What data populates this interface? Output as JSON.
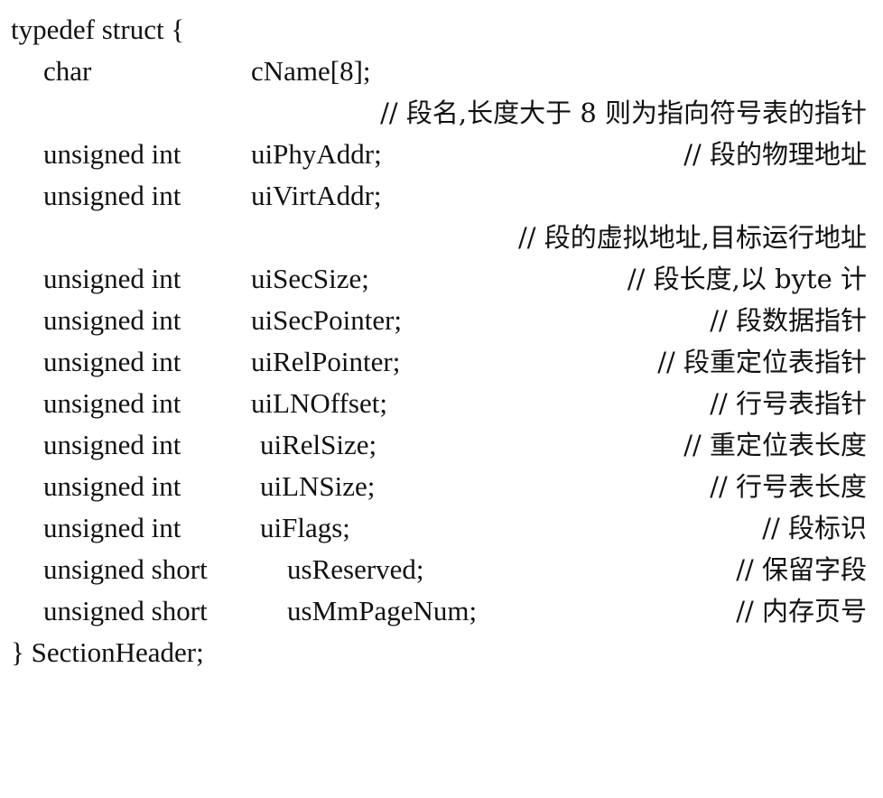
{
  "code": {
    "typedef_open": "typedef struct {",
    "fields": [
      {
        "type": "char",
        "name": "cName[8];",
        "comment": ""
      },
      {
        "type": "",
        "name": "",
        "comment": "// 段名,长度大于 8 则为指向符号表的指针"
      },
      {
        "type": "unsigned int",
        "name": "uiPhyAddr;",
        "comment": "// 段的物理地址"
      },
      {
        "type": "unsigned int",
        "name": "uiVirtAddr;",
        "comment": ""
      },
      {
        "type": "",
        "name": "",
        "comment": "// 段的虚拟地址,目标运行地址"
      },
      {
        "type": "unsigned int",
        "name": "uiSecSize;",
        "comment": "// 段长度,以 byte 计"
      },
      {
        "type": "unsigned int",
        "name": "uiSecPointer;",
        "comment": "// 段数据指针"
      },
      {
        "type": "unsigned int",
        "name": "uiRelPointer;",
        "comment": "// 段重定位表指针"
      },
      {
        "type": "unsigned int",
        "name": "uiLNOffset;",
        "comment": "// 行号表指针"
      },
      {
        "type": "unsigned int",
        "name": "uiRelSize;",
        "comment": "// 重定位表长度"
      },
      {
        "type": "unsigned int",
        "name": "uiLNSize;",
        "comment": "// 行号表长度"
      },
      {
        "type": "unsigned int",
        "name": "uiFlags;",
        "comment": "// 段标识"
      },
      {
        "type": "unsigned short",
        "name": "usReserved;",
        "comment": "// 保留字段"
      },
      {
        "type": "unsigned short",
        "name": "usMmPageNum;",
        "comment": "// 内存页号"
      }
    ],
    "typedef_close": "} SectionHeader;"
  }
}
